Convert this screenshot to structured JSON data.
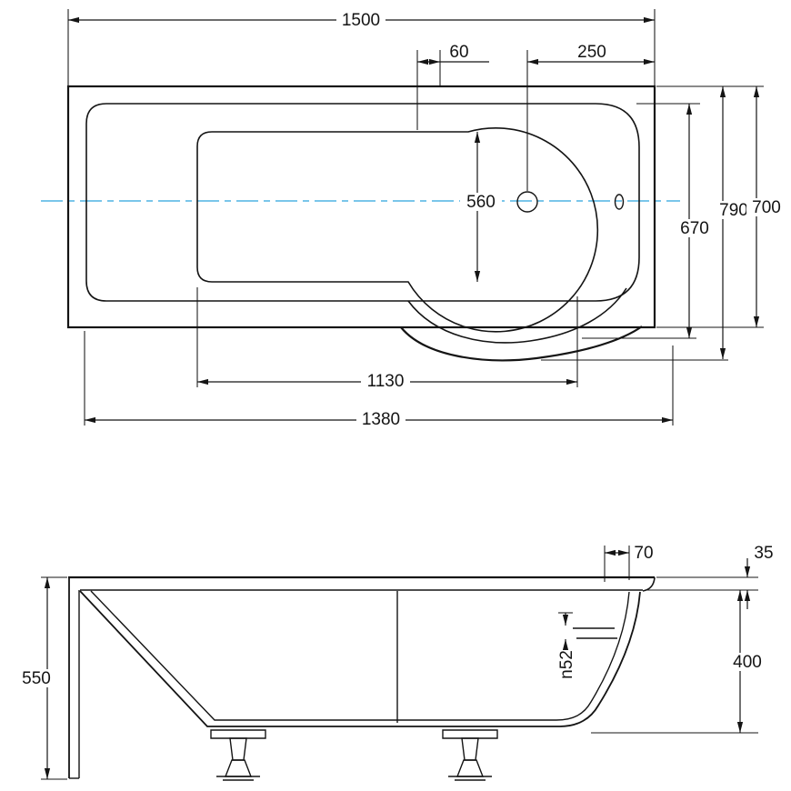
{
  "colors": {
    "line": "#141414",
    "centerline": "#4fb3e3"
  },
  "top_view": {
    "length_overall": "1500",
    "offset_small": "60",
    "drain_offset": "250",
    "basin_width": "560",
    "inner_width": "670",
    "bulge_width": "790",
    "overall_width": "700",
    "basin_length": "1130",
    "inner_length": "1380"
  },
  "side_view": {
    "overall_height": "550",
    "top_offset": "70",
    "rim_height": "35",
    "shell_depth": "400",
    "drain_diameter": "n52"
  }
}
